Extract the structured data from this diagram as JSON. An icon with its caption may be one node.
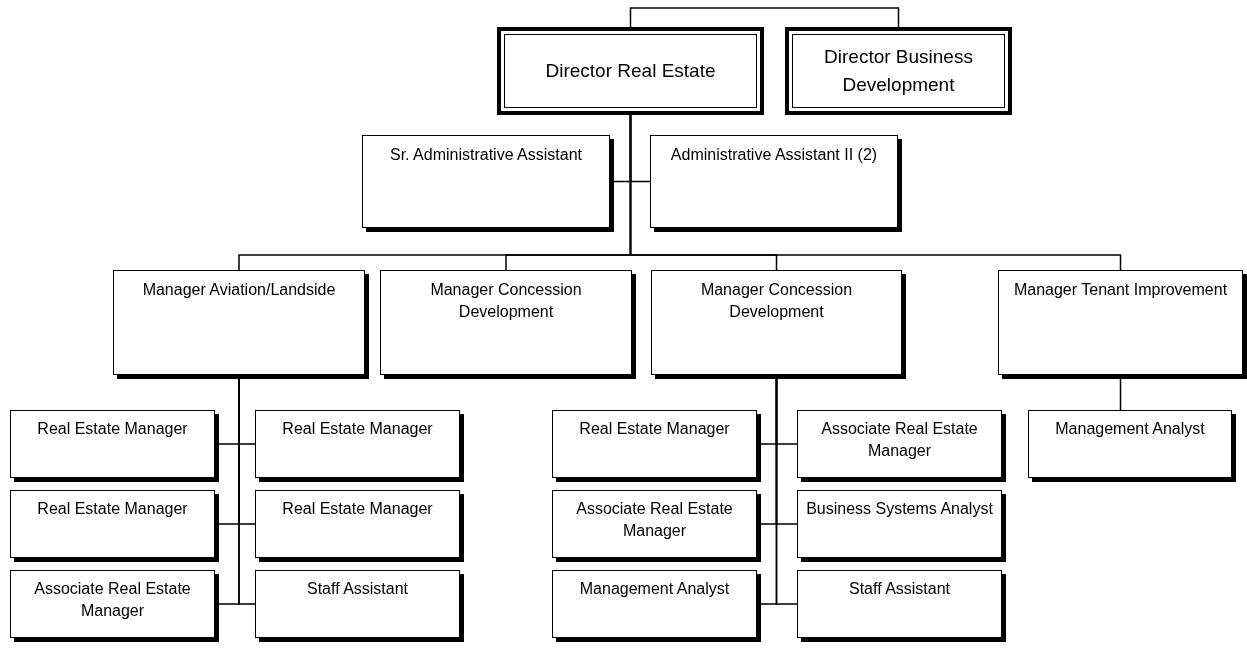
{
  "diagram": {
    "nodes": [
      {
        "text": [
          "Director Real Estate"
        ]
      },
      {
        "text": [
          "Director Business Development"
        ]
      },
      {
        "text": [
          "Sr. Administrative Assistant"
        ]
      },
      {
        "text": [
          "Administrative Assistant II (2)"
        ]
      },
      {
        "text": [
          "Manager Aviation/Landside"
        ]
      },
      {
        "text": [
          "Manager Concession Development"
        ]
      },
      {
        "text": [
          "Manager Concession Development"
        ]
      },
      {
        "text": [
          "Manager Tenant Improvement"
        ]
      },
      {
        "text": [
          "Real Estate Manager"
        ]
      },
      {
        "text": [
          "Real Estate Manager"
        ]
      },
      {
        "text": [
          "Real Estate Manager"
        ]
      },
      {
        "text": [
          "Real Estate Manager"
        ]
      },
      {
        "text": [
          "Associate Real Estate Manager"
        ]
      },
      {
        "text": [
          "Staff Assistant"
        ]
      },
      {
        "text": [
          "Real Estate Manager"
        ]
      },
      {
        "text": [
          "Associate Real Estate Manager"
        ]
      },
      {
        "text": [
          "Associate Real Estate Manager"
        ]
      },
      {
        "text": [
          "Business Systems Analyst"
        ]
      },
      {
        "text": [
          "Management Analyst"
        ]
      },
      {
        "text": [
          "Staff Assistant"
        ]
      },
      {
        "text": [
          "Management Analyst"
        ]
      }
    ],
    "edges": [
      {
        "from": 0,
        "to": 1,
        "arrow": "none"
      },
      {
        "from": 0,
        "to": 2,
        "arrow": "none"
      },
      {
        "from": 0,
        "to": 3,
        "arrow": "none"
      },
      {
        "from": 0,
        "to": 4,
        "arrow": "none"
      },
      {
        "from": 0,
        "to": 5,
        "arrow": "none"
      },
      {
        "from": 0,
        "to": 6,
        "arrow": "none"
      },
      {
        "from": 0,
        "to": 7,
        "arrow": "none"
      },
      {
        "from": 4,
        "to": 8,
        "arrow": "none"
      },
      {
        "from": 4,
        "to": 9,
        "arrow": "none"
      },
      {
        "from": 4,
        "to": 10,
        "arrow": "none"
      },
      {
        "from": 4,
        "to": 11,
        "arrow": "none"
      },
      {
        "from": 4,
        "to": 12,
        "arrow": "none"
      },
      {
        "from": 4,
        "to": 13,
        "arrow": "none"
      },
      {
        "from": 6,
        "to": 14,
        "arrow": "none"
      },
      {
        "from": 6,
        "to": 15,
        "arrow": "none"
      },
      {
        "from": 6,
        "to": 16,
        "arrow": "none"
      },
      {
        "from": 6,
        "to": 17,
        "arrow": "none"
      },
      {
        "from": 6,
        "to": 18,
        "arrow": "none"
      },
      {
        "from": 6,
        "to": 19,
        "arrow": "none"
      },
      {
        "from": 7,
        "to": 20,
        "arrow": "none"
      }
    ]
  }
}
